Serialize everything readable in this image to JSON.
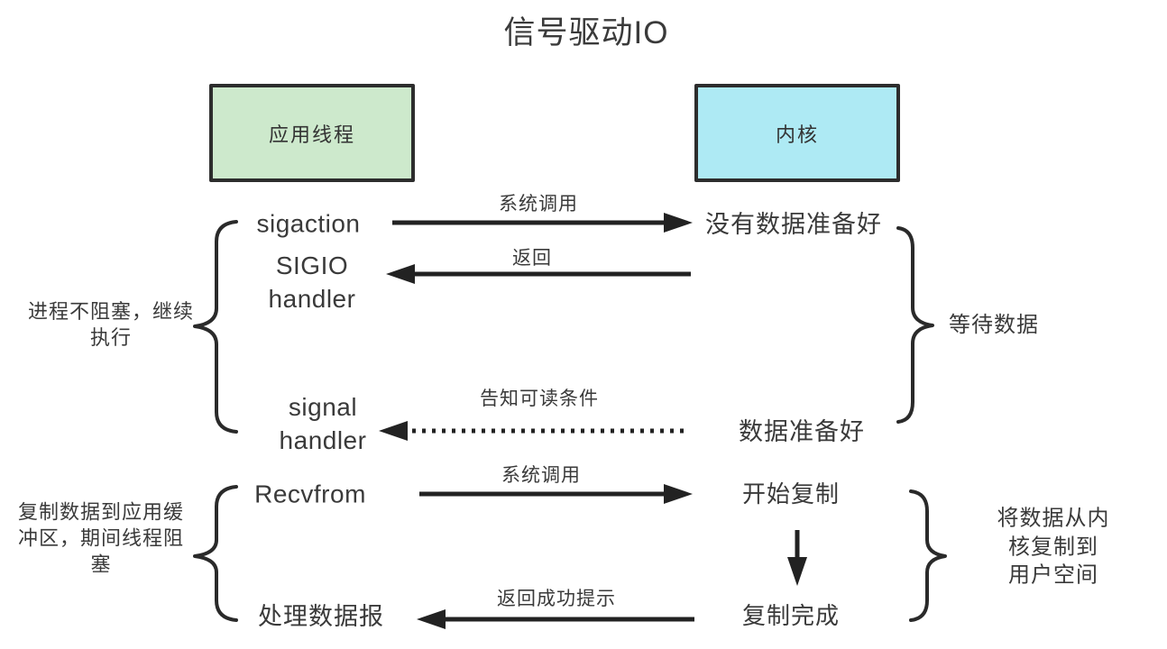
{
  "title": "信号驱动IO",
  "boxes": {
    "app": "应用线程",
    "kernel": "内核"
  },
  "app_column": {
    "sigaction": "sigaction",
    "sigio_handler": "SIGIO\nhandler",
    "signal_handler": "signal\nhandler",
    "recvfrom": "Recvfrom",
    "process_datagram": "处理数据报"
  },
  "kernel_column": {
    "no_data_ready": "没有数据准备好",
    "data_ready": "数据准备好",
    "copy_start": "开始复制",
    "copy_done": "复制完成"
  },
  "arrow_labels": {
    "syscall_1": "系统调用",
    "return_1": "返回",
    "notify_readable": "告知可读条件",
    "syscall_2": "系统调用",
    "return_success": "返回成功提示"
  },
  "side_notes": {
    "process_not_blocking": "进程不阻塞，继续\n执行",
    "wait_data": "等待数据",
    "copy_blocking": "复制数据到应用缓\n冲区，期间线程阻\n塞",
    "copy_kernel_to_user": "将数据从内核复制到\n用户空间"
  },
  "colors": {
    "app_box_fill": "#cde9cc",
    "kernel_box_fill": "#aeeaf4",
    "box_border": "#2d2d2d",
    "text": "#3a3a3a",
    "line": "#222222"
  }
}
